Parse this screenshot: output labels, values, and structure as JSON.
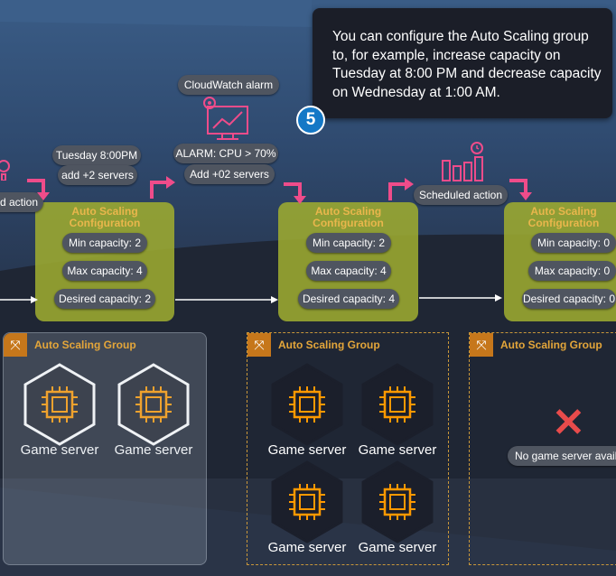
{
  "tooltip": {
    "text": "You can configure the Auto Scaling group to, for example, increase capacity on Tuesday at 8:00 PM and decrease capacity on Wednesday at 1:00 AM.",
    "step": "5"
  },
  "events": {
    "left_partial": "d action",
    "tuesday": {
      "line1": "Tuesday 8:00PM",
      "line2": "add +2 servers"
    },
    "alarm": {
      "title": "CloudWatch alarm",
      "condition": "ALARM: CPU > 70%",
      "action": "Add +02 servers"
    },
    "scheduled": "Scheduled action"
  },
  "configs": [
    {
      "title": "Auto Scaling Configuration",
      "min": "Min capacity: 2",
      "max": "Max capacity: 4",
      "desired": "Desired capacity: 2"
    },
    {
      "title": "Auto Scaling Configuration",
      "min": "Min capacity: 2",
      "max": "Max capacity: 4",
      "desired": "Desired capacity: 4"
    },
    {
      "title": "Auto Scaling Configuration",
      "min": "Min capacity: 0",
      "max": "Max capacity: 0",
      "desired": "Desired capacity: 0"
    }
  ],
  "groups": [
    {
      "title": "Auto Scaling Group",
      "servers": [
        "Game server",
        "Game server"
      ]
    },
    {
      "title": "Auto Scaling Group",
      "servers": [
        "Game server",
        "Game server",
        "Game server",
        "Game server"
      ]
    },
    {
      "title": "Auto Scaling Group",
      "empty_label": "No game server available"
    }
  ],
  "colors": {
    "accent_pink": "#ef4c8a",
    "config_green": "#9dab30",
    "asg_orange": "#c6771b",
    "chip_orange": "#ff9900",
    "error_red": "#e84b4b"
  }
}
